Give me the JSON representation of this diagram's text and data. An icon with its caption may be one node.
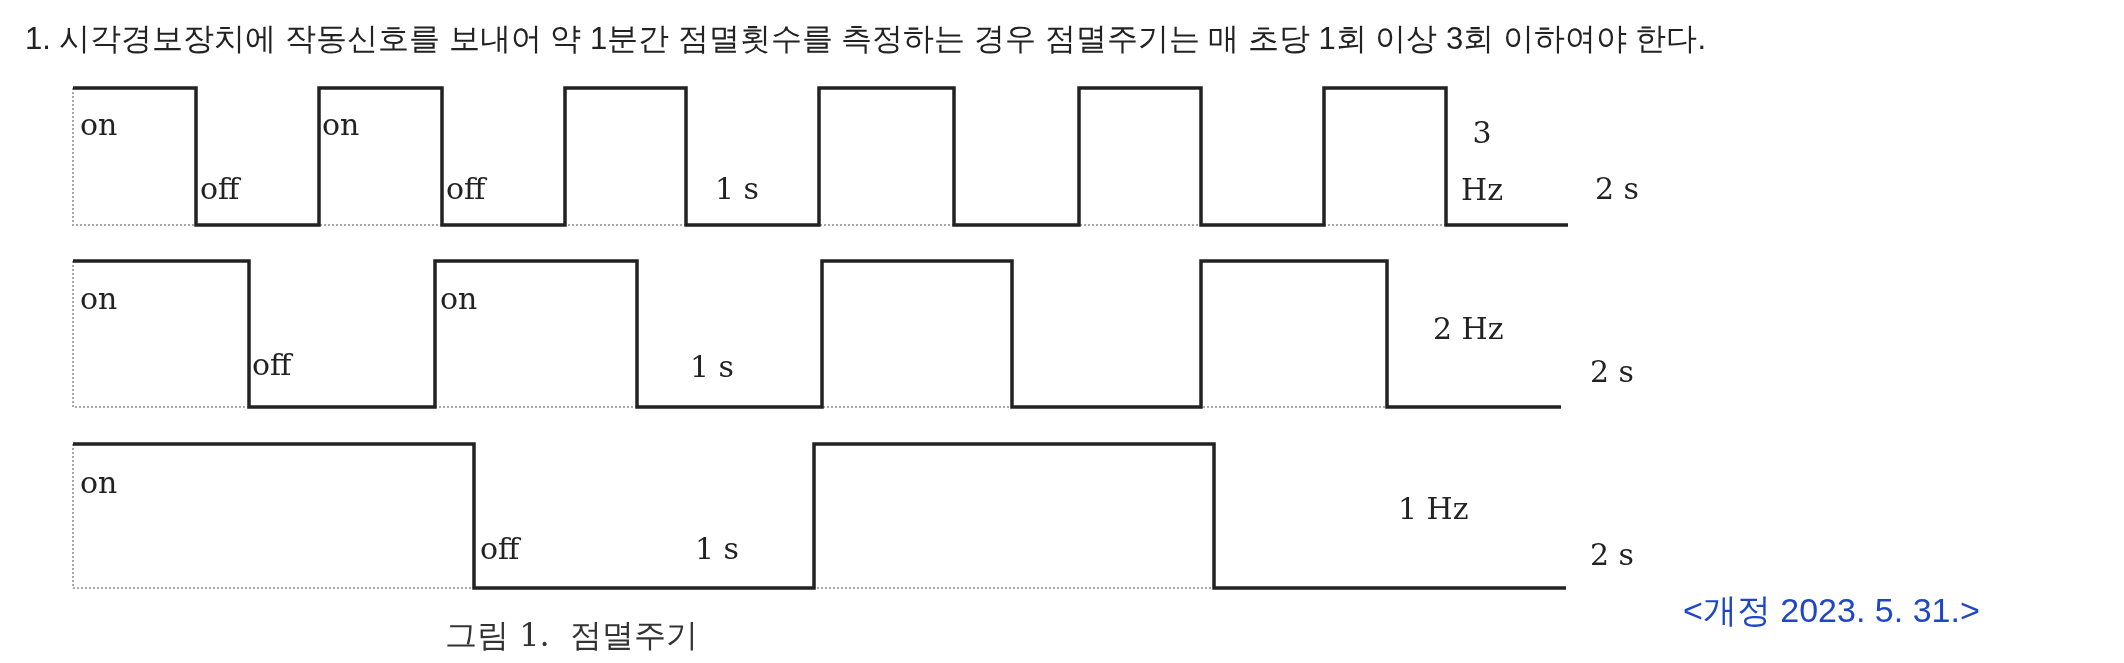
{
  "diagram": {
    "title": "1. 시각경보장치에 작동신호를 보내어 약 1분간 점멸횟수를 측정하는 경우 점멸주기는 매 초당 1회 이상 3회 이하여야 한다.",
    "caption": "그림 1.  점멸주기",
    "labels": [
      "on",
      "off",
      "on",
      "off",
      "1 s",
      "3 Hz",
      "2 s",
      "on",
      "off",
      "on",
      "1 s",
      "2 Hz",
      "2 s",
      "on",
      "off",
      "1 s",
      "1 Hz",
      "2 s",
      "<개정 2023. 5. 31.>"
    ]
  }
}
